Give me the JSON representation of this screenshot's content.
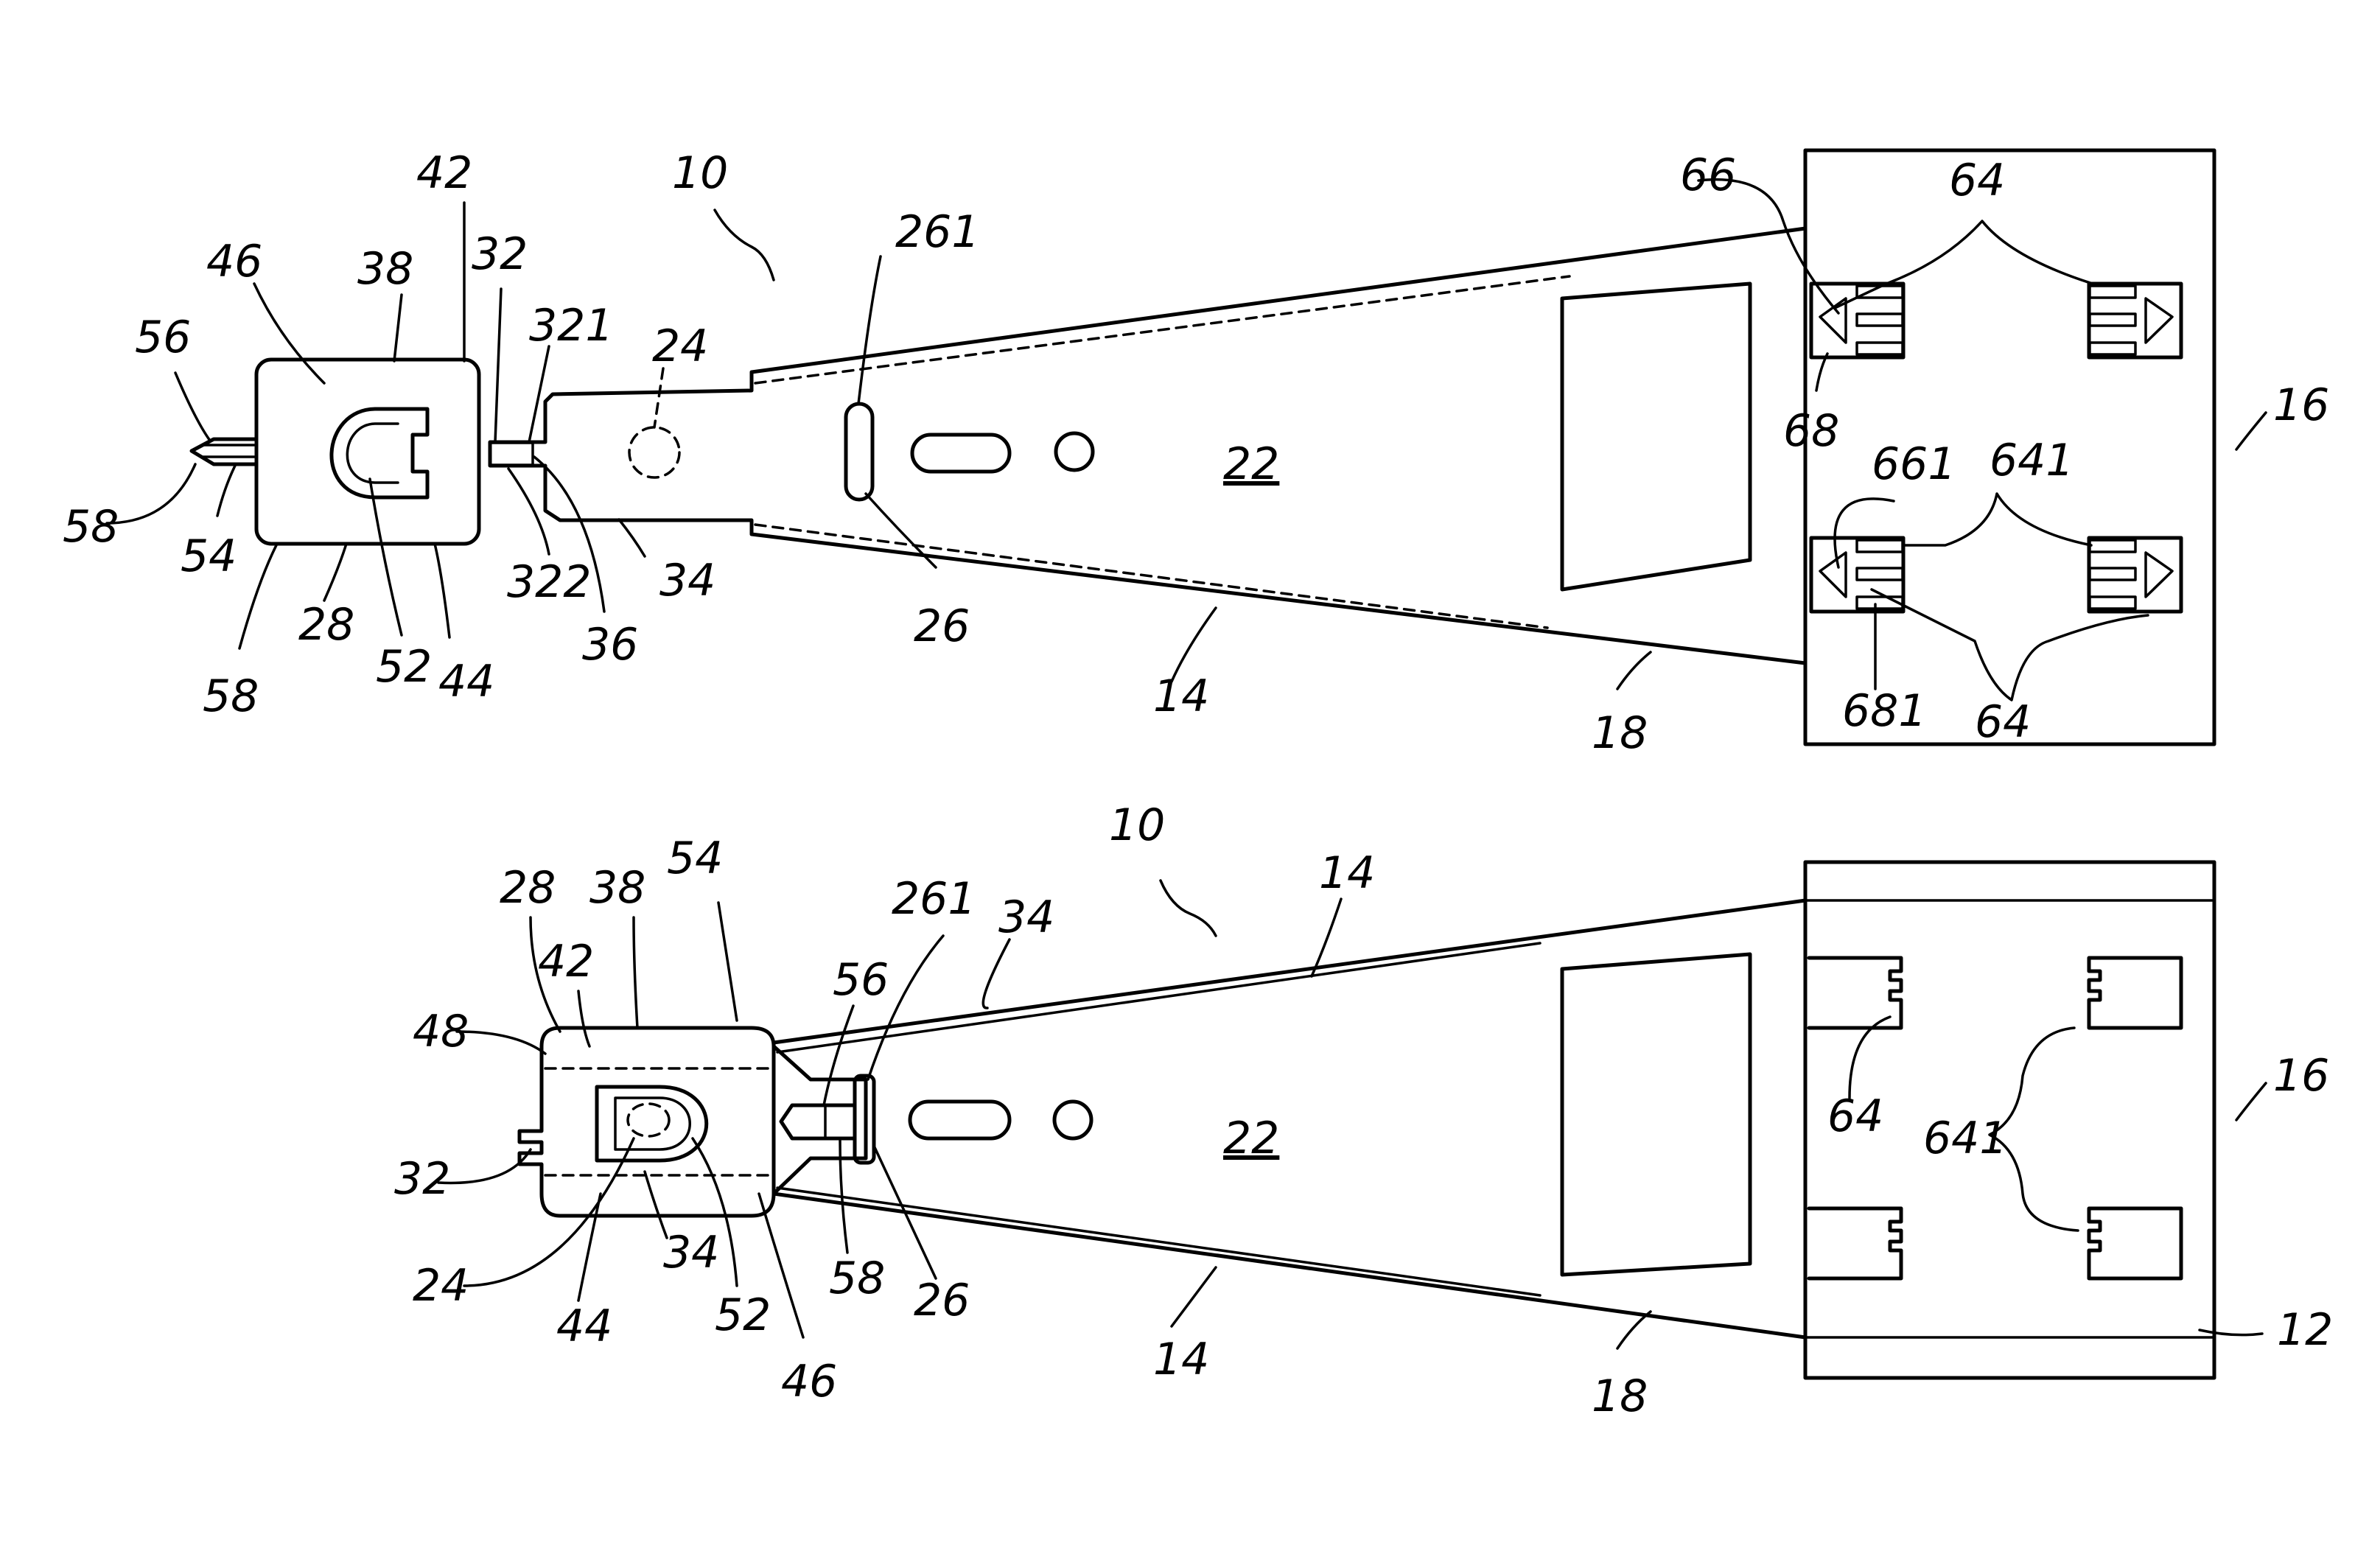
{
  "labels": {
    "top": {
      "l10": "10",
      "l261": "261",
      "l24": "24",
      "l42": "42",
      "l38": "38",
      "l32": "32",
      "l321": "321",
      "l46": "46",
      "l56": "56",
      "l58a": "58",
      "l54": "54",
      "l58b": "58",
      "l28": "28",
      "l52": "52",
      "l44": "44",
      "l322": "322",
      "l36": "36",
      "l34": "34",
      "l26": "26",
      "l22": "22",
      "l14": "14",
      "l18": "18",
      "l66": "66",
      "l64a": "64",
      "l68": "68",
      "l661": "661",
      "l641": "641",
      "l681": "681",
      "l64b": "64",
      "l16": "16"
    },
    "bottom": {
      "l10": "10",
      "l14a": "14",
      "l261": "261",
      "l34a": "34",
      "l28": "28",
      "l38": "38",
      "l54": "54",
      "l42": "42",
      "l48": "48",
      "l56": "56",
      "l32": "32",
      "l24": "24",
      "l34b": "34",
      "l52": "52",
      "l44": "44",
      "l46": "46",
      "l58": "58",
      "l26": "26",
      "l22": "22",
      "l14b": "14",
      "l18": "18",
      "l64": "64",
      "l641": "641",
      "l16": "16",
      "l12": "12"
    }
  }
}
